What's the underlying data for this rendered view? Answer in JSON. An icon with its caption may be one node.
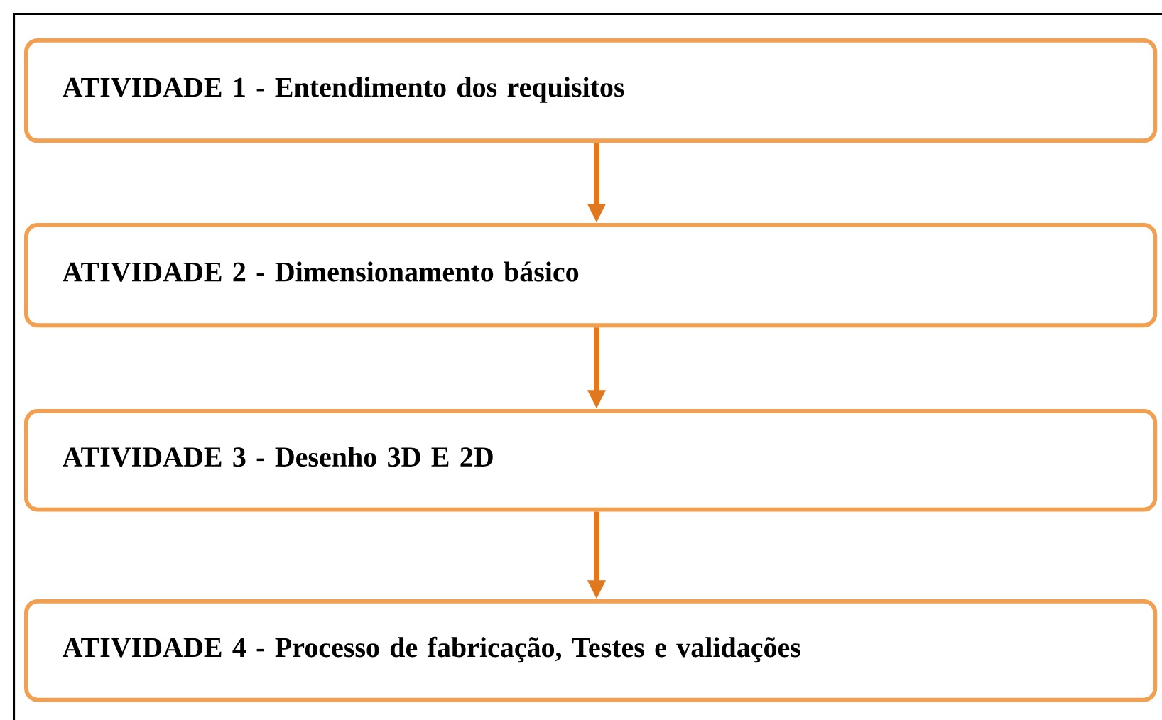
{
  "diagram": {
    "nodes": [
      {
        "text": [
          "ATIVIDADE 1 - Entendimento dos requisitos"
        ]
      },
      {
        "text": [
          "ATIVIDADE 2 - Dimensionamento básico"
        ]
      },
      {
        "text": [
          "ATIVIDADE 3 - Desenho 3D E 2D"
        ]
      },
      {
        "text": [
          "ATIVIDADE 4 - Processo de fabricação, Testes e validações"
        ]
      }
    ],
    "edges": [
      {
        "from": 0,
        "to": 1,
        "arrow": "to"
      },
      {
        "from": 1,
        "to": 2,
        "arrow": "to"
      },
      {
        "from": 2,
        "to": 3,
        "arrow": "to"
      }
    ]
  }
}
